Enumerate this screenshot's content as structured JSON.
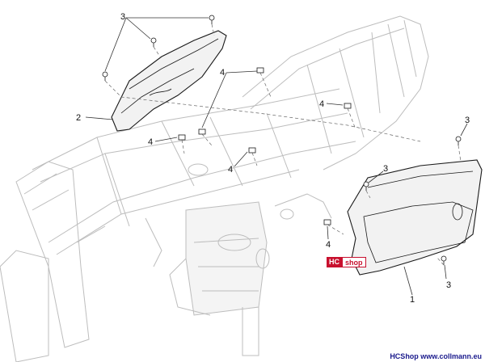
{
  "diagram": {
    "callouts": [
      {
        "id": "c-3-top",
        "label": "3"
      },
      {
        "id": "c-2",
        "label": "2"
      },
      {
        "id": "c-4-top",
        "label": "4"
      },
      {
        "id": "c-4-right",
        "label": "4"
      },
      {
        "id": "c-4-left",
        "label": "4"
      },
      {
        "id": "c-4-mid",
        "label": "4"
      },
      {
        "id": "c-3-right-top",
        "label": "3"
      },
      {
        "id": "c-3-right-mid",
        "label": "3"
      },
      {
        "id": "c-4-bottom",
        "label": "4"
      },
      {
        "id": "c-3-right-bottom",
        "label": "3"
      },
      {
        "id": "c-1",
        "label": "1"
      }
    ]
  },
  "watermark": {
    "brand_left": "HC",
    "brand_right": "shop"
  },
  "footer": {
    "credit": "HCShop www.collmann.eu"
  },
  "colors": {
    "brand_red": "#c8102e",
    "credit_blue": "#1a1a8c"
  }
}
